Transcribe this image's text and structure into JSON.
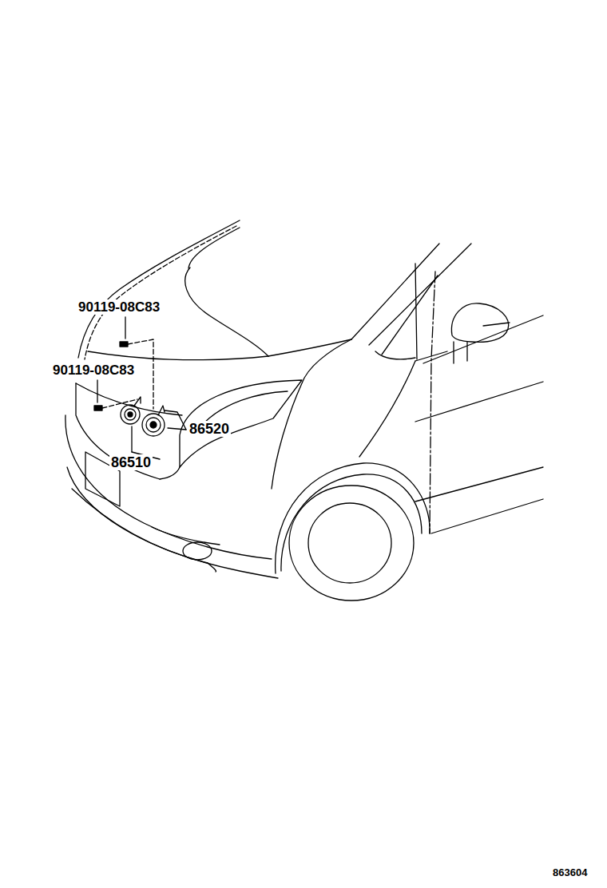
{
  "diagram": {
    "labels": [
      "90119-08C83",
      "90119-08C83",
      "86520",
      "86510",
      "863604"
    ]
  }
}
